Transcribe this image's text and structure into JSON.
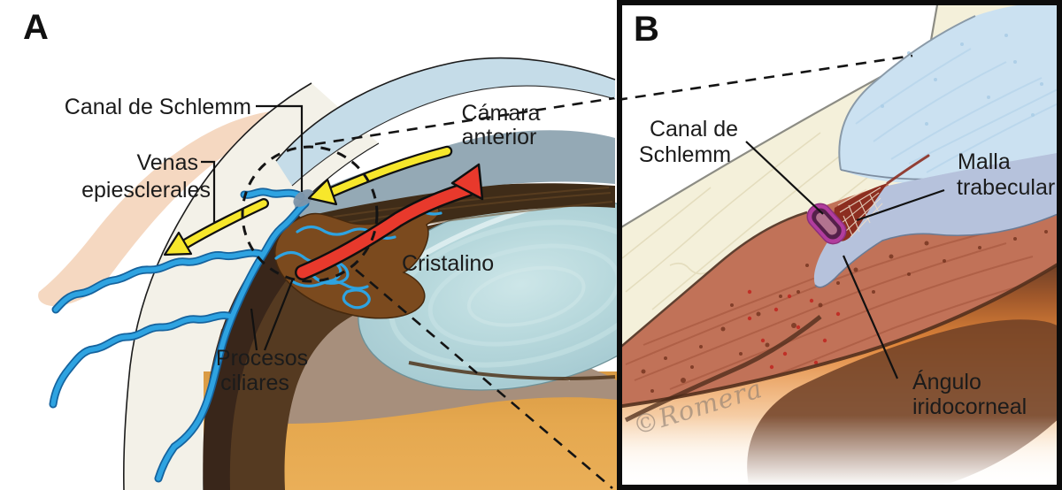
{
  "panel_a": {
    "letter": "A",
    "labels": {
      "canal_de_schlemm": "Canal de Schlemm",
      "venas_line1": "Venas",
      "venas_line2": "epiesclerales",
      "camara_line1": "Cámara",
      "camara_line2": "anterior",
      "cristalino": "Cristalino",
      "procesos_line1": "Procesos",
      "procesos_line2": "ciliares"
    }
  },
  "panel_b": {
    "letter": "B",
    "labels": {
      "canal_line1": "Canal de",
      "canal_line2": "Schlemm",
      "malla_line1": "Malla",
      "malla_line2": "trabecular",
      "angulo_line1": "Ángulo",
      "angulo_line2": "iridocorneal"
    },
    "watermark": "©Romera"
  },
  "colors": {
    "arrow_yellow": "#f7e72b",
    "arrow_red": "#e8392c",
    "vein_blue": "#2ea3e1",
    "canal_magenta": "#b13d9e",
    "cornea_blue": "#c3dbe7",
    "sclera_cream": "#f4f0da"
  }
}
